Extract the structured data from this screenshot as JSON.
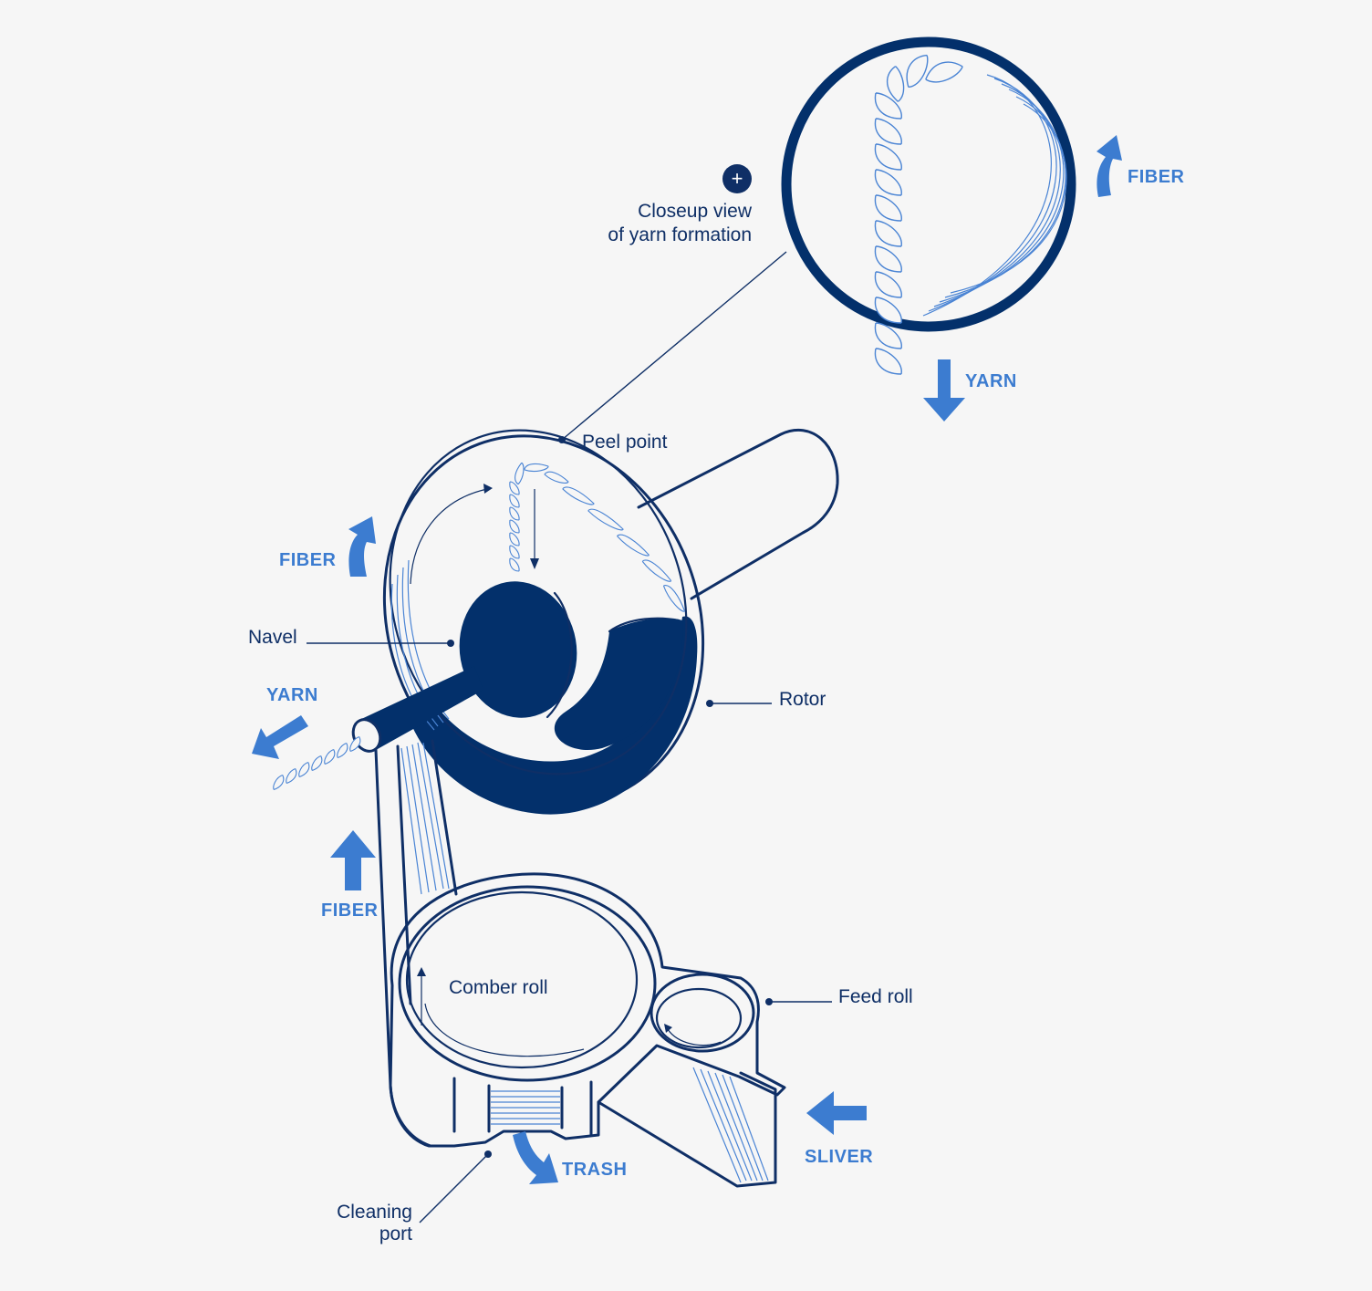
{
  "callout": {
    "line1": "Closeup view",
    "line2": "of yarn formation",
    "plus_symbol": "+"
  },
  "labels": {
    "peel_point": "Peel point",
    "navel": "Navel",
    "rotor": "Rotor",
    "comber_roll": "Comber roll",
    "feed_roll": "Feed roll",
    "cleaning_port_line1": "Cleaning",
    "cleaning_port_line2": "port"
  },
  "flows": {
    "closeup_fiber": "FIBER",
    "closeup_yarn": "YARN",
    "rotor_fiber": "FIBER",
    "yarn_out": "YARN",
    "fiber_up": "FIBER",
    "trash": "TRASH",
    "sliver": "SLIVER"
  },
  "colors": {
    "background": "#f6f6f6",
    "navy": "#03306b",
    "line": "#0f2f66",
    "flow_arrow": "#3c7cd0",
    "fiber": "#4a84d4"
  }
}
